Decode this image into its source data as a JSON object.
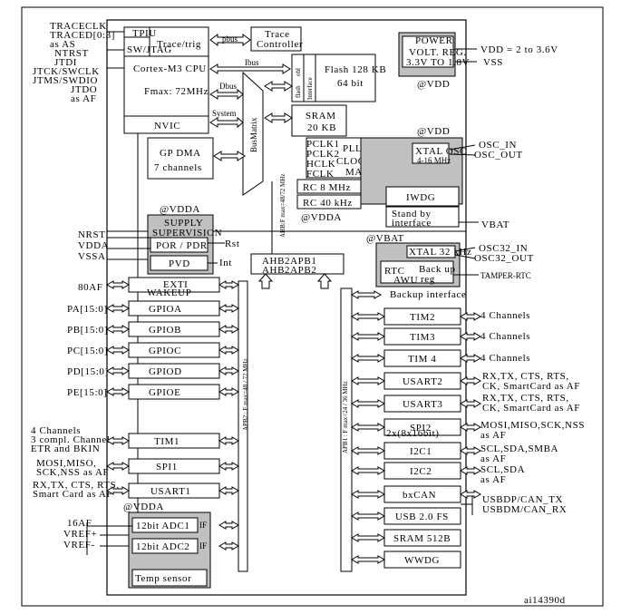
{
  "labels": {
    "trace_clk": "TRACECLK",
    "traced": "TRACED[0:3]",
    "as_as": "as AS",
    "ntrst": "NTRST",
    "jtdi": "JTDI",
    "jtck": "JTCK/SWCLK",
    "jtms": "JTMS/SWDIO",
    "jtdo": "JTDO",
    "as_af": "as AF",
    "tpiu": "TPIU",
    "swjtag": "SW/JTAG",
    "trace_trig": "Trace/trig",
    "cpu": "Cortex-M3 CPU",
    "fmax": "Fmax: 72MHz",
    "nvic": "NVIC",
    "ibus": "Ibus",
    "dbus": "Dbus",
    "system": "System",
    "pbus": "pbus",
    "trace_ctrl_1": "Trace",
    "trace_ctrl_2": "Controller",
    "flash_obl": "obl",
    "flash_if_1": "flash",
    "flash_if_2": "Interface",
    "flash_1": "Flash 128 KB",
    "flash_2": "64 bit",
    "busmatrix": "BusMatrix",
    "sram_1": "SRAM",
    "sram_2": "20 KB",
    "gpdma_1": "GP DMA",
    "gpdma_2": "7 channels",
    "power_1": "POWER",
    "power_2": "VOLT. REG.",
    "power_3": "3.3V TO 1.8V",
    "vdd_range": "VDD = 2 to 3.6V",
    "vss": "VSS",
    "at_vdd_1": "@VDD",
    "at_vdd_2": "@VDD",
    "pclk1": "PCLK1",
    "pclk2": "PCLK2",
    "hclk": "HCLK",
    "fclk": "FCLK",
    "pll": "PLL &",
    "clock": "CLOCK",
    "managt": "MANAGT",
    "rc8": "RC 8 MHz",
    "rc40": "RC 40 kHz",
    "xtal_osc_1": "XTAL OSC",
    "xtal_osc_2": "4-16 MHz",
    "osc_in": "OSC_IN",
    "osc_out": "OSC_OUT",
    "iwdg": "IWDG",
    "standby_1": "Stand by",
    "standby_2": "interface",
    "vbat": "VBAT",
    "at_vdda_1": "@VDDA",
    "at_vdda_2": "@VDDA",
    "at_vdda_3": "@VDDA",
    "at_vbat": "@VBAT",
    "supply_1": "SUPPLY",
    "supply_2": "SUPERVISION",
    "por_pdr": "POR / PDR",
    "rst": "Rst",
    "pvd": "PVD",
    "int": "Int",
    "nrst": "NRST",
    "vdda": "VDDA",
    "vssa": "VSSA",
    "xtal32_1": "XTAL 32 kHz",
    "osc32_in": "OSC32_IN",
    "osc32_out": "OSC32_OUT",
    "rtc": "RTC",
    "awu": "AWU",
    "backup_reg_1": "Back up",
    "backup_reg_2": "reg",
    "tamper": "TAMPER-RTC",
    "backup_if": "Backup interface",
    "ahb2apb": "AHB2APB1",
    "ahb2apb2": "AHB2APB2",
    "ahb_freq": "AHB:F max=48/72 MHz",
    "apb2_freq": "APB2 : F max=48 / 72 MHz",
    "apb1_freq": "APB1 : F max=24 / 36 MHz",
    "exti_in": "80AF",
    "exti": "EXTI",
    "wakeup": "WAKEUP",
    "pa": "PA[15:0]",
    "pb": "PB[15:0]",
    "pc": "PC[15:0]",
    "pd": "PD[15:0]",
    "pe": "PE[15:0]",
    "gpioa": "GPIOA",
    "gpiob": "GPIOB",
    "gpioc": "GPIOC",
    "gpiod": "GPIOD",
    "gpioe": "GPIOE",
    "tim1_a": "4 Channels",
    "tim1_b": "3 compl. Channels",
    "tim1_c": "ETR and BKIN",
    "tim1": "TIM1",
    "spi1_a": "MOSI,MISO,",
    "spi1_b": "SCK,NSS as AF",
    "spi1": "SPI1",
    "usart1_a": "RX,TX, CTS, RTS,",
    "usart1_b": "Smart Card as AF",
    "usart1": "USART1",
    "adc_af": "16AF",
    "vref_p": "VREF+",
    "vref_m": "VREF-",
    "adc1": "12bit ADC1",
    "adc2": "12bit ADC2",
    "adc_if": "IF",
    "temp": "Temp sensor",
    "tim2": "TIM2",
    "tim3": "TIM3",
    "tim4": "TIM 4",
    "ch4": "4 Channels",
    "usart2": "USART2",
    "usart3": "USART3",
    "usart_sig_1": "RX,TX, CTS, RTS,",
    "usart_sig_2": "CK, SmartCard as AF",
    "spi2": "SPI2",
    "spi2_sig_1": "MOSI,MISO,SCK,NSS",
    "spi2_sig_2": "as AF",
    "i2s_sig": "2x(8x16bit)",
    "i2c1": "I2C1",
    "i2c2": "I2C2",
    "i2c1_sig_1": "SCL,SDA,SMBA",
    "i2c1_sig_2": "as AF",
    "i2c2_sig_1": "SCL,SDA",
    "i2c2_sig_2": "as AF",
    "bxcan": "bxCAN",
    "usb": "USB 2.0 FS",
    "usb_dp": "USBDP/CAN_TX",
    "usb_dm": "USBDM/CAN_RX",
    "sram512": "SRAM 512B",
    "wwdg": "WWDG",
    "figure_id": "ai14390d"
  }
}
